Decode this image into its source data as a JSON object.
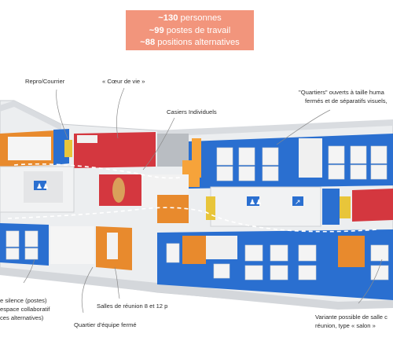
{
  "stats": {
    "persons_value": "~130",
    "persons_label": " personnes",
    "workstations_value": "~99",
    "workstations_label": " postes de travail",
    "alt_value": "~88",
    "alt_label": " positions alternatives"
  },
  "labels": {
    "repro": "Repro/Courrier",
    "coeur": "« Cœur de vie »",
    "casiers": "Casiers Individuels",
    "quartiers_line1": "\"Quartiers\" ouverts à taille huma",
    "quartiers_line2": "fermés et de séparatifs visuels,",
    "silence_line1": "e silence (postes)",
    "silence_line2": "espace collaboratif",
    "silence_line3": "ces alternatives)",
    "salles": "Salles de réunion 8 et 12 p",
    "quartier_equipe": "Quartier d'équipe fermé",
    "variante_line1": "Variante possible de salle c",
    "variante_line2": "réunion, type  « salon »"
  },
  "colors": {
    "blue_zone": "#2a6fd0",
    "red_zone": "#d4373f",
    "orange_zone": "#e88a2d",
    "yellow_accent": "#e8c53a",
    "core_white": "#f3f3f3",
    "stats_box": "#f2957c"
  },
  "icons": [
    "restroom-icon",
    "stairs-icon"
  ]
}
